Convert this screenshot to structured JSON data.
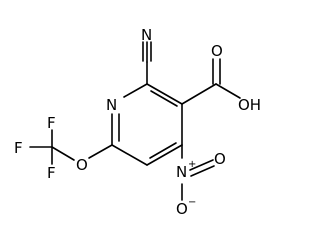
{
  "atoms": {
    "ring_n": "N",
    "nitrile_n": "N",
    "oh": "OH",
    "carbonyl_o": "O",
    "ether_o": "O",
    "f_top": "F",
    "f_left": "F",
    "f_bottom": "F",
    "nitro_n": "N",
    "nitro_n_charge": "+",
    "nitro_o_top": "O",
    "nitro_o_bottom": "O",
    "nitro_o_charge": "−"
  },
  "colors": {
    "bond": "#000000",
    "text": "#000000",
    "background": "#ffffff"
  }
}
